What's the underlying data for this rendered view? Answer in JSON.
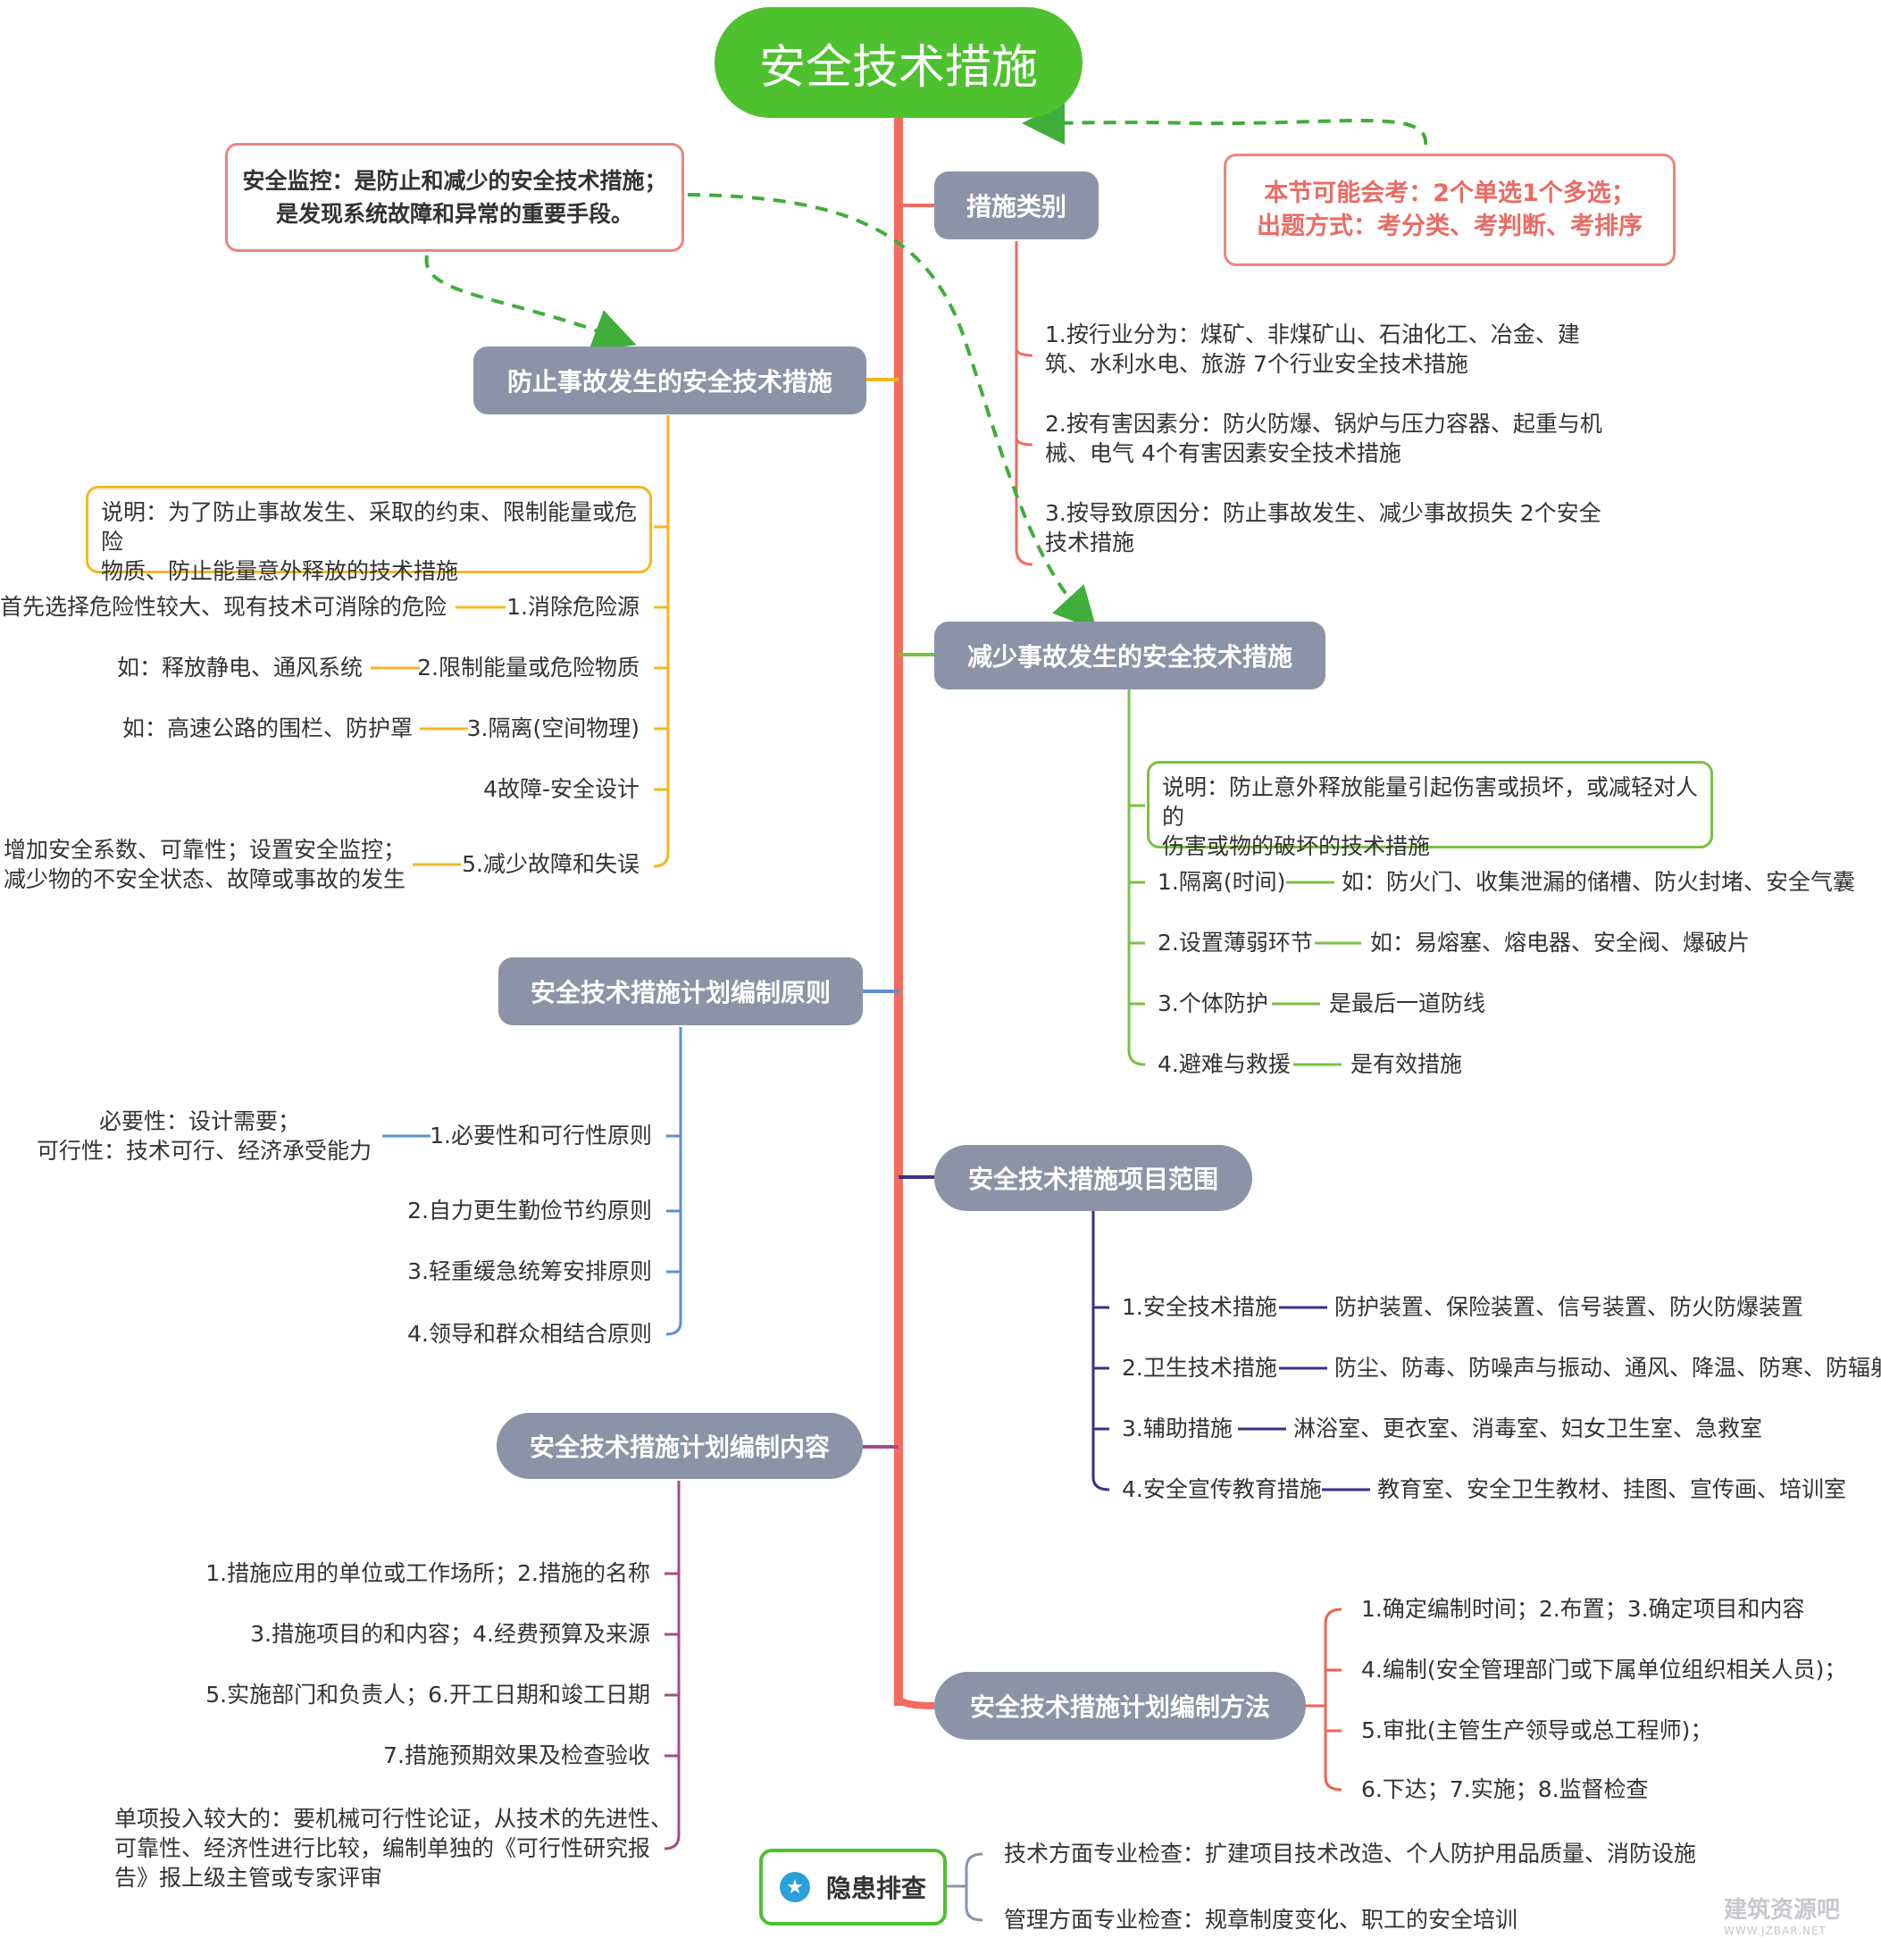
{
  "root": "安全技术措施",
  "notes": {
    "exam_line1": "本节可能会考：2个单选1个多选；",
    "exam_line2": "出题方式：考分类、考判断、考排序",
    "monitor_line1": "安全监控：是防止和减少的安全技术措施；",
    "monitor_line2": "是发现系统故障和异常的重要手段。"
  },
  "categories": {
    "title": "措施类别",
    "items": [
      {
        "l1": "1.按行业分为：煤矿、非煤矿山、石油化工、冶金、建",
        "l2": "筑、水利水电、旅游 7个行业安全技术措施"
      },
      {
        "l1": "2.按有害因素分：防火防爆、锅炉与压力容器、起重与机",
        "l2": "械、电气 4个有害因素安全技术措施"
      },
      {
        "l1": "3.按导致原因分：防止事故发生、减少事故损失 2个安全",
        "l2": "技术措施"
      }
    ]
  },
  "prevent": {
    "title": "防止事故发生的安全技术措施",
    "desc_l1": "说明：为了防止事故发生、采取的约束、限制能量或危险",
    "desc_l2": "物质、防止能量意外释放的技术措施",
    "items": [
      {
        "label": "1.消除危险源",
        "detail": "首先选择危险性较大、现有技术可消除的危险"
      },
      {
        "label": "2.限制能量或危险物质",
        "detail": "如：释放静电、通风系统"
      },
      {
        "label": "3.隔离(空间物理)",
        "detail": "如：高速公路的围栏、防护罩"
      },
      {
        "label": "4故障-安全设计",
        "detail": ""
      },
      {
        "label": "5.减少故障和失误",
        "detail": "增加安全系数、可靠性；设置安全监控；",
        "detail2": "减少物的不安全状态、故障或事故的发生"
      }
    ]
  },
  "reduce": {
    "title": "减少事故发生的安全技术措施",
    "desc_l1": "说明：防止意外释放能量引起伤害或损坏，或减轻对人的",
    "desc_l2": "伤害或物的破坏的技术措施",
    "items": [
      {
        "label": "1.隔离(时间)",
        "detail": "如：防火门、收集泄漏的储槽、防火封堵、安全气囊"
      },
      {
        "label": "2.设置薄弱环节",
        "detail": "如：易熔塞、熔电器、安全阀、爆破片"
      },
      {
        "label": "3.个体防护",
        "detail": "是最后一道防线"
      },
      {
        "label": "4.避难与救援",
        "detail": "是有效措施"
      }
    ]
  },
  "principles": {
    "title": "安全技术措施计划编制原则",
    "items": [
      {
        "label": "1.必要性和可行性原则",
        "detail": "必要性：设计需要；",
        "detail2": "可行性：技术可行、经济承受能力"
      },
      {
        "label": "2.自力更生勤俭节约原则"
      },
      {
        "label": "3.轻重缓急统筹安排原则"
      },
      {
        "label": "4.领导和群众相结合原则"
      }
    ]
  },
  "scope": {
    "title": "安全技术措施项目范围",
    "items": [
      {
        "label": "1.安全技术措施",
        "detail": "防护装置、保险装置、信号装置、防火防爆装置"
      },
      {
        "label": "2.卫生技术措施",
        "detail": "防尘、防毒、防噪声与振动、通风、降温、防寒、防辐射"
      },
      {
        "label": "3.辅助措施",
        "detail": "淋浴室、更衣室、消毒室、妇女卫生室、急救室"
      },
      {
        "label": "4.安全宣传教育措施",
        "detail": "教育室、安全卫生教材、挂图、宣传画、培训室"
      }
    ]
  },
  "content": {
    "title": "安全技术措施计划编制内容",
    "items": [
      "1.措施应用的单位或工作场所；2.措施的名称",
      "3.措施项目的和内容；4.经费预算及来源",
      "5.实施部门和负责人；6.开工日期和竣工日期",
      "7.措施预期效果及检查验收"
    ],
    "last_l1": "单项投入较大的：要机械可行性论证，从技术的先进性、",
    "last_l2": "可靠性、经济性进行比较，编制单独的《可行性研究报",
    "last_l3": "告》报上级主管或专家评审"
  },
  "method": {
    "title": "安全技术措施计划编制方法",
    "items": [
      "1.确定编制时间；2.布置；3.确定项目和内容",
      "4.编制(安全管理部门或下属单位组织相关人员)；",
      "5.审批(主管生产领导或总工程师)；",
      "6.下达；7.实施；8.监督检查"
    ]
  },
  "hazard": {
    "title": "隐患排查",
    "icon": "star-icon",
    "items": [
      "技术方面专业检查：扩建项目技术改造、个人防护用品质量、消防设施",
      "管理方面专业检查：规章制度变化、职工的安全培训"
    ]
  },
  "watermark": {
    "main": "建筑资源吧",
    "sub": "WWW.JZBAR.NET"
  },
  "colors": {
    "trunk": "#f26b5e",
    "prevent": "#f5b71d",
    "reduce": "#7ac143",
    "principles": "#5b8fd6",
    "scope": "#3a2f8a",
    "content": "#a54a86",
    "method": "#f0624f",
    "hazard": "#8a94a6",
    "root": "#4ec12e",
    "dash": "#3fae3a"
  }
}
